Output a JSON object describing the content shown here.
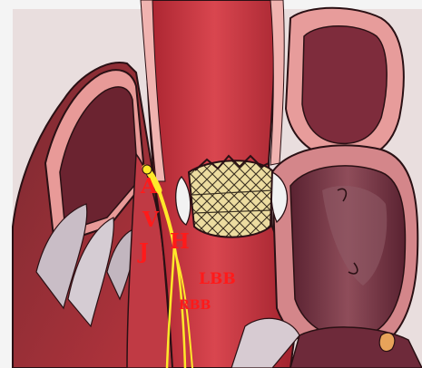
{
  "labels": {
    "a": "A",
    "v": "V",
    "j": "J",
    "h": "H",
    "lbb": "LBB",
    "rbb": "RBB"
  },
  "colors": {
    "label": "#ff1a1a",
    "conduction": "#ffe82a",
    "myocardium": "#b3303a",
    "aorta": "#c6323e",
    "valve_frame": "#e9d79a",
    "atrium_wall": "#6e2a3a"
  }
}
